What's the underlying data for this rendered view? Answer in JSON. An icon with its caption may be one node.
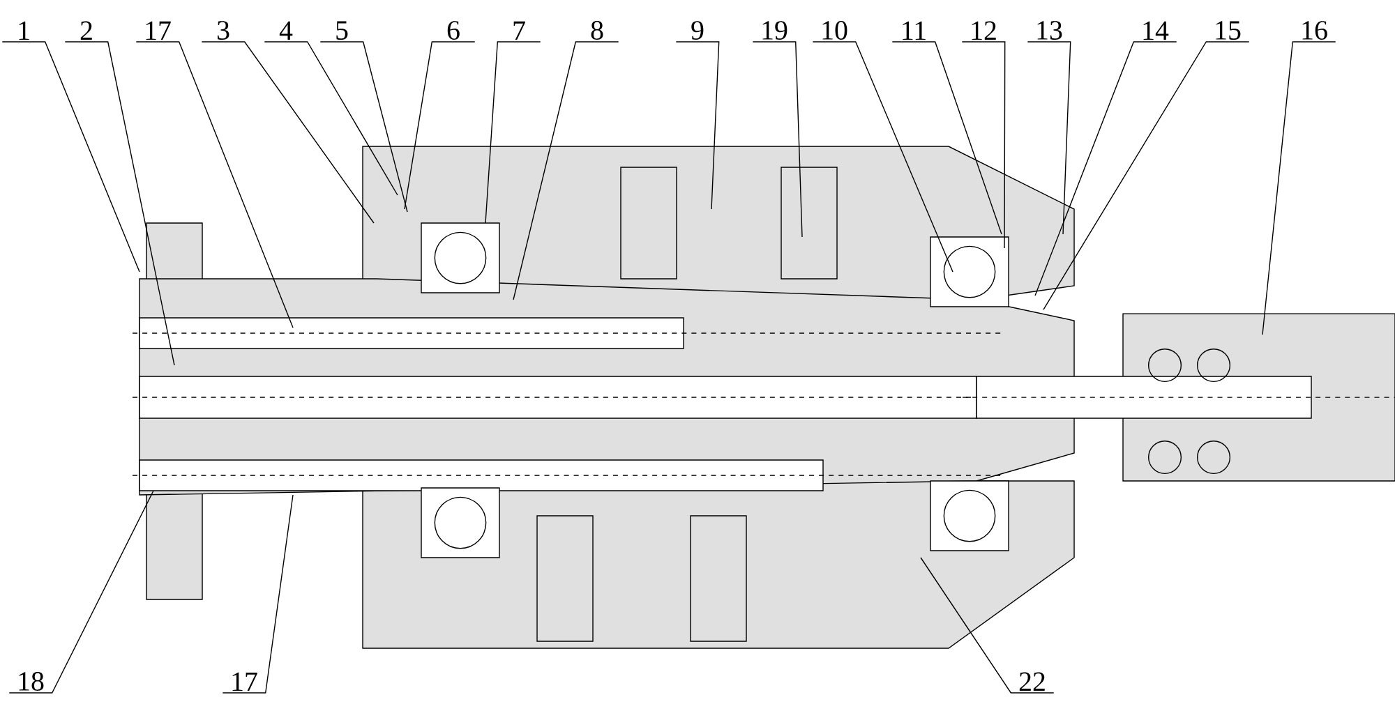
{
  "diagram": {
    "nodes": [
      {
        "text": [
          "1"
        ]
      },
      {
        "text": [
          "2"
        ]
      },
      {
        "text": [
          "17"
        ]
      },
      {
        "text": [
          "3"
        ]
      },
      {
        "text": [
          "4"
        ]
      },
      {
        "text": [
          "5"
        ]
      },
      {
        "text": [
          "6"
        ]
      },
      {
        "text": [
          "7"
        ]
      },
      {
        "text": [
          "8"
        ]
      },
      {
        "text": [
          "9"
        ]
      },
      {
        "text": [
          "19"
        ]
      },
      {
        "text": [
          "10"
        ]
      },
      {
        "text": [
          "11"
        ]
      },
      {
        "text": [
          "12"
        ]
      },
      {
        "text": [
          "13"
        ]
      },
      {
        "text": [
          "14"
        ]
      },
      {
        "text": [
          "15"
        ]
      },
      {
        "text": [
          "16"
        ]
      },
      {
        "text": [
          "18"
        ]
      },
      {
        "text": [
          "17"
        ]
      },
      {
        "text": [
          "22"
        ]
      }
    ],
    "edges": [
      {
        "from": 0,
        "to": null,
        "arrow": "none"
      },
      {
        "from": 1,
        "to": null,
        "arrow": "none"
      },
      {
        "from": 2,
        "to": null,
        "arrow": "none"
      },
      {
        "from": 3,
        "to": null,
        "arrow": "none"
      },
      {
        "from": 4,
        "to": null,
        "arrow": "none"
      },
      {
        "from": 5,
        "to": null,
        "arrow": "none"
      },
      {
        "from": 6,
        "to": null,
        "arrow": "none"
      },
      {
        "from": 7,
        "to": null,
        "arrow": "none"
      },
      {
        "from": 8,
        "to": null,
        "arrow": "none"
      },
      {
        "from": 9,
        "to": null,
        "arrow": "none"
      },
      {
        "from": 10,
        "to": null,
        "arrow": "none"
      },
      {
        "from": 11,
        "to": null,
        "arrow": "none"
      },
      {
        "from": 12,
        "to": null,
        "arrow": "none"
      },
      {
        "from": 13,
        "to": null,
        "arrow": "none"
      },
      {
        "from": 14,
        "to": null,
        "arrow": "none"
      },
      {
        "from": 15,
        "to": null,
        "arrow": "none"
      },
      {
        "from": 16,
        "to": null,
        "arrow": "none"
      },
      {
        "from": 17,
        "to": null,
        "arrow": "none"
      },
      {
        "from": 18,
        "to": null,
        "arrow": "none"
      },
      {
        "from": 19,
        "to": null,
        "arrow": "none"
      },
      {
        "from": 20,
        "to": null,
        "arrow": "none"
      }
    ]
  }
}
